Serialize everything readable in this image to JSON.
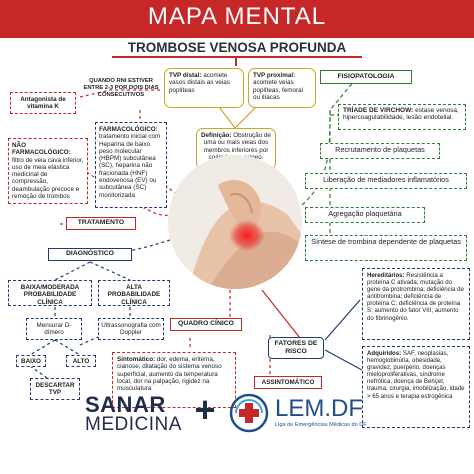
{
  "header": {
    "title": "MAPA MENTAL",
    "subtitle": "TROMBOSE VENOSA PROFUNDA"
  },
  "tvp_distal": {
    "label": "TVP distal:",
    "text": "acomete vasos distais as veias poplíteas"
  },
  "tvp_proximal": {
    "label": "TVP proximal:",
    "text": "acomete veias poplíteas, femoral ou ilíacas"
  },
  "definicao": {
    "label": "Definição:",
    "text": "Obstrução de uma ou mais veias dos membros inferiores por coágulo sanguíneo."
  },
  "fisiopatologia": {
    "title": "FISIOPATOLOGIA",
    "triade_label": "TRÍADE DE VIRCHOW:",
    "triade_text": "estase venosa, hipercoagulabilidade, lesão endotelial.",
    "steps": [
      "Recrutamento de plaquetas",
      "Liberação de mediadores inflamatórios",
      "Agregação plaquetária",
      "Síntese de trombina dependente de plaquetas"
    ]
  },
  "antagonista": {
    "text": "Antagonista de vitamina K"
  },
  "quando_rni": {
    "text": "QUANDO RNI ESTIVER ENTRE 2-3 POR DOIS DIAS CONSECUTIVOS"
  },
  "farmacologico": {
    "label": "FARMACOLÓGICO:",
    "text": "tratamento inicial com Heparina de baixo peso molecular (HBPM) subcutânea (SC), heparina não fracionada (HNF) endovenosa (EV) ou subcutânea (SC) monitorizada"
  },
  "nao_farmacologico": {
    "label": "NÃO FARMACOLÓGICO:",
    "text": "filtro de veia cava inferior, uso de meia elástica medicinal de compressão, deambulação precoce e remoção de trombos"
  },
  "tratamento": {
    "title": "TRATAMENTO"
  },
  "diagnostico": {
    "title": "DIAGNÓSTICO",
    "baixa": "BAIXA/MODERADA PROBABILIDADE CLÍNICA",
    "alta": "ALTA PROBABILIDADE CLÍNICA",
    "mensurar": "Mensurar D-dímero",
    "ultrassom": "Ultrassonografia com Doppler",
    "baixo": "BAIXO",
    "alto": "ALTO",
    "descartar": "DESCARTAR TVP"
  },
  "quadro_clinico": {
    "title": "QUADRO CÍNICO",
    "sintomatico_label": "Sintomático:",
    "sintomatico_text": "dor, edema, eritema, cianose, dilatação do sistema venoso superficial, aumento da temperatura local, dor na palpação, rigidez na musculatura",
    "assintomatico": "ASSINTOMÁTICO"
  },
  "fatores_risco": {
    "title": "FATORES DE RISCO",
    "hereditarios_label": "Hereditários:",
    "hereditarios_text": "Resistência a proteína C ativada; mutação do gene da protrombina; deficiência de antitrombina; deficiência de proteína C; deficiência de proteína S; aumento do fator VIII; aumento do fibrinogênio.",
    "adquiridos_label": "Adquiridos:",
    "adquiridos_text": "SAF, neoplasias, hemoglobinúria, obesidade, gravidez, puerpério, doenças mieloproliferativas, síndrome nefrótica, doença de Behçet, trauma, cirurgia, imobilização, idade > 65 anos e terapia estrogênica"
  },
  "footer": {
    "sanar_top": "SANAR",
    "sanar_bottom": "MEDICINA",
    "plus": "+",
    "lem": "LEM.DF",
    "lem_sub": "Liga de Emergências Médicas do DF"
  },
  "colors": {
    "red": "#c62828",
    "navy": "#1f3b73",
    "green": "#2e7d32",
    "gold": "#d1a425"
  }
}
